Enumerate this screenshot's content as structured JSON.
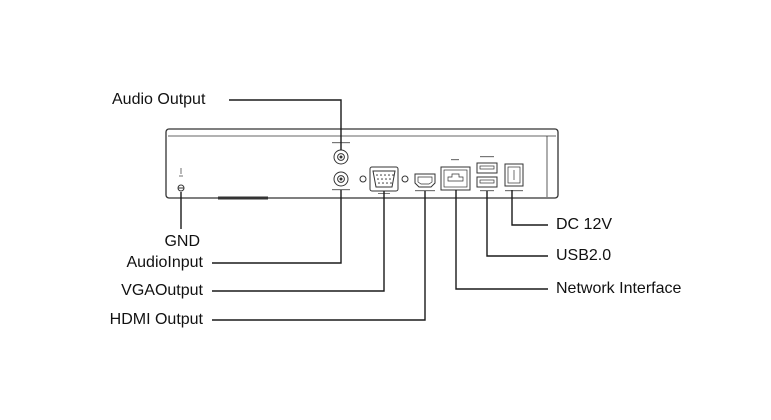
{
  "labels": {
    "audio_output": "Audio Output",
    "gnd": "GND",
    "audio_input": "AudioInput",
    "vga_output": "VGAOutput",
    "hdmi_output": "HDMI Output",
    "dc_12v": "DC 12V",
    "usb2": "USB2.0",
    "network_interface": "Network Interface"
  },
  "colors": {
    "line": "#1a1a1a",
    "panel_stroke": "#333333",
    "text": "#111111"
  }
}
